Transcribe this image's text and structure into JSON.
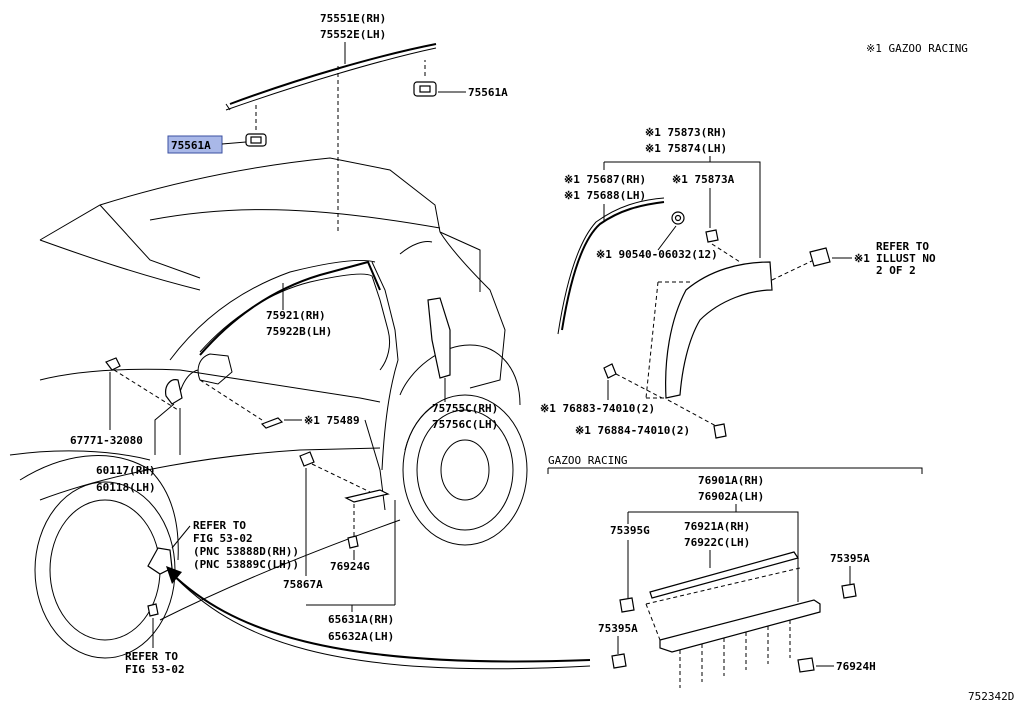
{
  "legend": "※1 GAZOO RACING",
  "figure_number": "752342D",
  "gazoo_box_title": "GAZOO RACING",
  "callouts": {
    "c75551e": "75551E(RH)",
    "c75552e": "75552E(LH)",
    "c75561a_top": "75561A",
    "c75561a_hl": "75561A",
    "c75873_rh": "※1 75873(RH)",
    "c75874_lh": "※1 75874(LH)",
    "c75687_rh": "※1 75687(RH)",
    "c75688_lh": "※1 75688(LH)",
    "c75873a": "※1 75873A",
    "c90540": "※1 90540-06032(12)",
    "refer_illust_1": "REFER TO",
    "refer_illust_2": "ILLUST NO",
    "refer_illust_3": "2 OF 2",
    "refer_illust_mark": "※1",
    "c75921": "75921(RH)",
    "c75922b": "75922B(LH)",
    "c75489": "※1 75489",
    "c67771": "67771-32080",
    "c75755c": "75755C(RH)",
    "c75756c": "75756C(LH)",
    "c76883": "※1 76883-74010(2)",
    "c76884": "※1 76884-74010(2)",
    "c60117": "60117(RH)",
    "c60118": "60118(LH)",
    "refer53_a1": "REFER TO",
    "refer53_a2": "FIG 53-02",
    "refer53_a3": "(PNC 53888D(RH))",
    "refer53_a4": "(PNC 53889C(LH))",
    "c76924g": "76924G",
    "c75867a": "75867A",
    "c65631a": "65631A(RH)",
    "c65632a": "65632A(LH)",
    "refer53_b1": "REFER TO",
    "refer53_b2": "FIG 53-02",
    "c76901a": "76901A(RH)",
    "c76902a": "76902A(LH)",
    "c75395g": "75395G",
    "c76921a": "76921A(RH)",
    "c76922c": "76922C(LH)",
    "c75395a_r": "75395A",
    "c75395a_l": "75395A",
    "c76924h": "76924H"
  }
}
